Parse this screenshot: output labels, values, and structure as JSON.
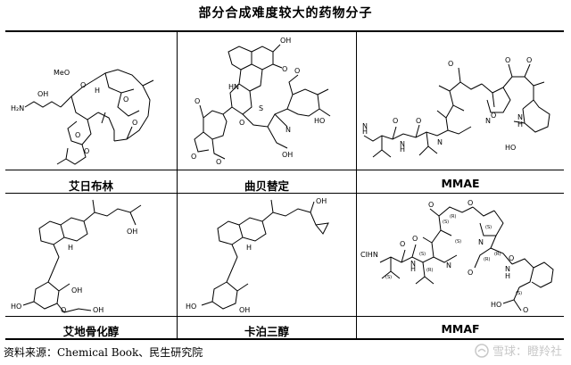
{
  "title": "部分合成难度较大的药物分子",
  "cells": [
    {
      "label": "艾日布林"
    },
    {
      "label": "曲贝替定"
    },
    {
      "label": "MMAE"
    },
    {
      "label": "艾地骨化醇"
    },
    {
      "label": "卡泊三醇"
    },
    {
      "label": "MMAF"
    }
  ],
  "source": "资料来源：Chemical Book、民生研究院",
  "watermark": "雪球：瞪羚社",
  "atoms": {
    "eribulin": {
      "h2n": "H₂N",
      "oh": "OH",
      "meo": "MeO",
      "h": "H",
      "o1": "O",
      "o2": "O",
      "o3": "O",
      "o4": "O",
      "o5": "O"
    },
    "trabectedin": {
      "oh1": "OH",
      "o1": "O",
      "hn": "HN",
      "s": "S",
      "n": "N",
      "oh2": "OH",
      "o2": "O",
      "oac": "O",
      "o3": "O",
      "o4": "O",
      "o5": "O",
      "ho": "HO"
    },
    "mmae": {
      "n1": "N",
      "h1": "H",
      "n2": "N",
      "h2": "H",
      "n3": "N",
      "n4": "N",
      "n5": "N",
      "h3": "H",
      "o1": "O",
      "o2": "O",
      "o3": "O",
      "o4": "O",
      "o5": "O",
      "o6": "O",
      "ho": "HO"
    },
    "eldecalcitol": {
      "oh1": "OH",
      "h": "H",
      "ho": "HO",
      "oh2": "OH",
      "o": "O",
      "oh3": "OH"
    },
    "calcipotriol": {
      "oh1": "OH",
      "h": "H",
      "ho": "HO",
      "oh2": "OH"
    },
    "mmaf": {
      "clhn": "ClHN",
      "h1": "H",
      "n1": "N",
      "n2": "N",
      "n3": "N",
      "n4": "N",
      "h2": "H",
      "o1": "O",
      "o2": "O",
      "o3": "O",
      "o4": "O",
      "o5": "O",
      "o6": "O",
      "ho": "HO",
      "o7": "O",
      "s1": "(S)",
      "s2": "(S)",
      "s3": "(S)",
      "s4": "(S)",
      "s5": "(S)",
      "s6": "(S)",
      "r1": "(R)",
      "r2": "(R)",
      "r3": "(R)",
      "r4": "(R)"
    }
  }
}
